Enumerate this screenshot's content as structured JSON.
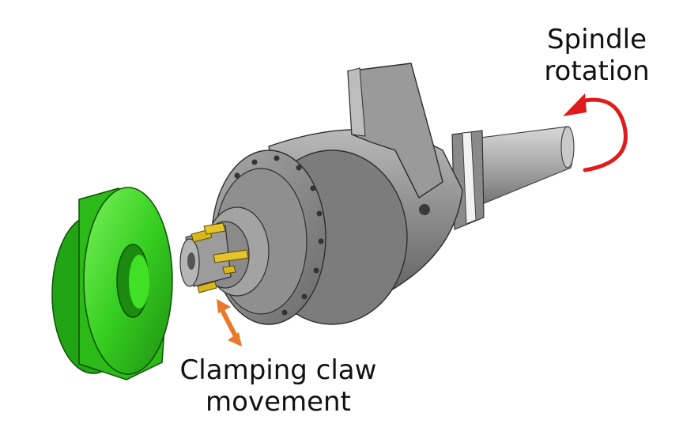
{
  "labels": {
    "spindle_line1": "Spindle",
    "spindle_line2": "rotation",
    "claw_line1": "Clamping claw",
    "claw_line2": "movement"
  },
  "colors": {
    "workpiece_green": "#33d11e",
    "spindle_gray": "#8c8c8c",
    "claw_yellow": "#d9b71c",
    "rotation_arrow_red": "#e01b1b",
    "claw_arrow_orange": "#e8792a"
  }
}
